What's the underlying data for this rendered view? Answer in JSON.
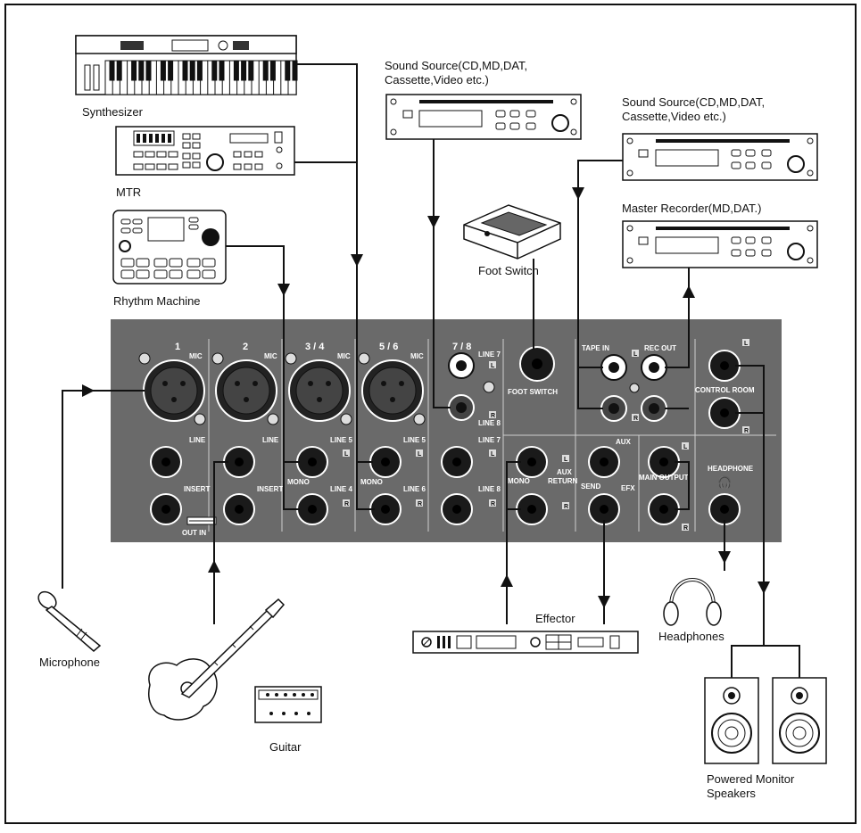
{
  "devices": {
    "synthesizer": "Synthesizer",
    "mtr": "MTR",
    "rhythm_machine": "Rhythm Machine",
    "sound_source_1": [
      "Sound Source(CD,MD,DAT,",
      "Cassette,Video etc.)"
    ],
    "sound_source_2": [
      "Sound Source(CD,MD,DAT,",
      "Cassette,Video etc.)"
    ],
    "master_recorder": "Master Recorder(MD,DAT.)",
    "foot_switch": "Foot Switch",
    "microphone": "Microphone",
    "guitar": "Guitar",
    "effector": "Effector",
    "headphones": "Headphones",
    "powered_monitor": [
      "Powered Monitor",
      "Speakers"
    ]
  },
  "mixer": {
    "channels": [
      "1",
      "2",
      "3 / 4",
      "5 / 6",
      "7 / 8"
    ],
    "mic": "MIC",
    "line": "LINE",
    "insert": "INSERT",
    "mono": "MONO",
    "line_5": "LINE 5",
    "line_4": "LINE 4",
    "line_6": "LINE 6",
    "line_7": "LINE 7",
    "line_8": "LINE 8",
    "foot_switch": "FOOT SWITCH",
    "tape_in": "TAPE IN",
    "rec_out": "REC OUT",
    "control_room": "CONTROL ROOM",
    "aux": "AUX",
    "aux_return": [
      "AUX",
      "RETURN"
    ],
    "efx": "EFX",
    "send": "SEND",
    "main_output": "MAIN OUTPUT",
    "headphone": "HEADPHONE",
    "left": "L",
    "right": "R",
    "out_in": "OUT IN"
  }
}
